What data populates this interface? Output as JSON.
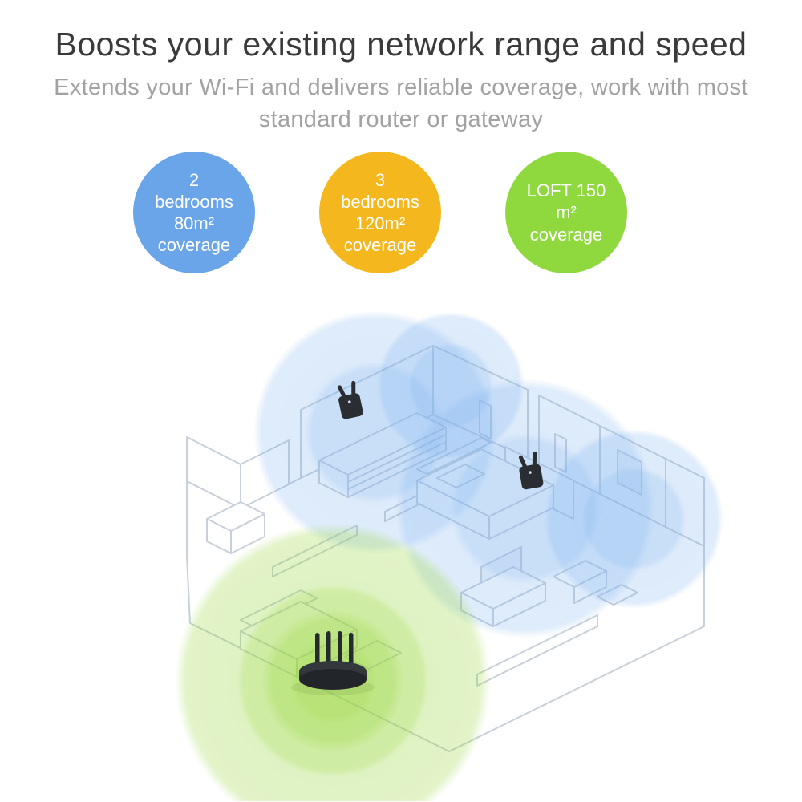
{
  "header": {
    "title": "Boosts your existing network range and speed",
    "subtitle": "Extends your Wi-Fi and delivers reliable coverage, work with most standard router or gateway"
  },
  "badges": [
    {
      "color": "#6ba5e9",
      "lines": [
        "2",
        "bedrooms",
        "80m²",
        "coverage"
      ]
    },
    {
      "color": "#f4b71e",
      "lines": [
        "3",
        "bedrooms",
        "120m²",
        "coverage"
      ]
    },
    {
      "color": "#8fd93e",
      "lines": [
        "LOFT 150",
        "m²",
        "coverage"
      ]
    }
  ],
  "illustration": {
    "extender_coverage_color": "#7fb3ef",
    "router_coverage_color": "#97d63a",
    "device_icons": [
      "wifi-extender-icon",
      "wifi-extender-icon",
      "router-icon"
    ]
  }
}
